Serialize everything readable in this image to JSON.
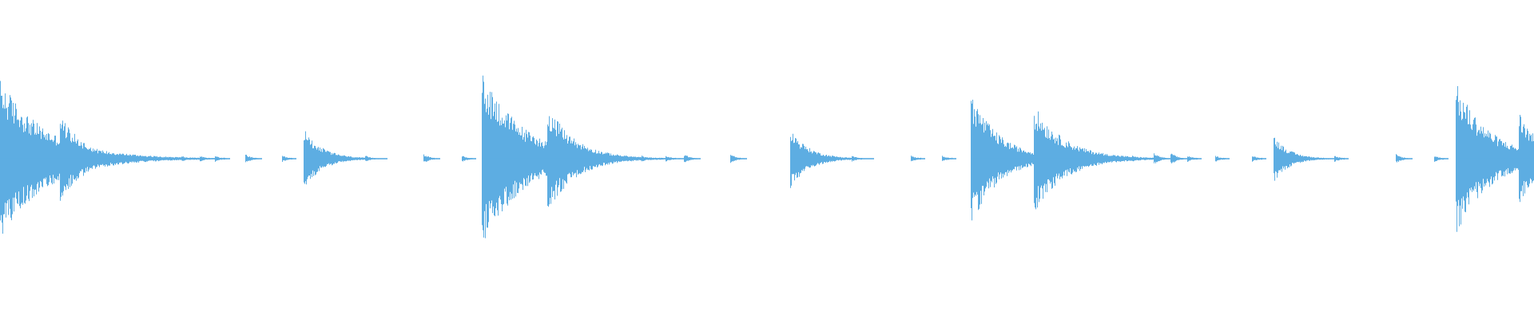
{
  "waveform": {
    "color": "#5dade2",
    "background": "#ffffff",
    "duration_fraction_axis": "time",
    "amplitude_scale": 1.0,
    "onsets": [
      {
        "t": 0.0,
        "amp": 0.5,
        "decay": 0.03,
        "density": 1.0
      },
      {
        "t": 0.039,
        "amp": 0.28,
        "decay": 0.016,
        "density": 1.0
      },
      {
        "t": 0.079,
        "amp": 0.02,
        "decay": 0.004,
        "density": 0.4
      },
      {
        "t": 0.118,
        "amp": 0.02,
        "decay": 0.004,
        "density": 0.4
      },
      {
        "t": 0.13,
        "amp": 0.02,
        "decay": 0.004,
        "density": 0.4
      },
      {
        "t": 0.14,
        "amp": 0.02,
        "decay": 0.004,
        "density": 0.4
      },
      {
        "t": 0.16,
        "amp": 0.03,
        "decay": 0.004,
        "density": 0.4
      },
      {
        "t": 0.184,
        "amp": 0.02,
        "decay": 0.004,
        "density": 0.4
      },
      {
        "t": 0.198,
        "amp": 0.19,
        "decay": 0.012,
        "density": 0.8
      },
      {
        "t": 0.238,
        "amp": 0.02,
        "decay": 0.004,
        "density": 0.4
      },
      {
        "t": 0.276,
        "amp": 0.03,
        "decay": 0.004,
        "density": 0.4
      },
      {
        "t": 0.301,
        "amp": 0.02,
        "decay": 0.004,
        "density": 0.4
      },
      {
        "t": 0.314,
        "amp": 0.56,
        "decay": 0.026,
        "density": 1.0
      },
      {
        "t": 0.357,
        "amp": 0.34,
        "decay": 0.018,
        "density": 1.0
      },
      {
        "t": 0.396,
        "amp": 0.03,
        "decay": 0.004,
        "density": 0.4
      },
      {
        "t": 0.418,
        "amp": 0.02,
        "decay": 0.004,
        "density": 0.4
      },
      {
        "t": 0.434,
        "amp": 0.02,
        "decay": 0.004,
        "density": 0.4
      },
      {
        "t": 0.446,
        "amp": 0.03,
        "decay": 0.004,
        "density": 0.4
      },
      {
        "t": 0.476,
        "amp": 0.03,
        "decay": 0.004,
        "density": 0.4
      },
      {
        "t": 0.515,
        "amp": 0.19,
        "decay": 0.012,
        "density": 0.8
      },
      {
        "t": 0.555,
        "amp": 0.02,
        "decay": 0.004,
        "density": 0.4
      },
      {
        "t": 0.594,
        "amp": 0.02,
        "decay": 0.004,
        "density": 0.4
      },
      {
        "t": 0.614,
        "amp": 0.02,
        "decay": 0.004,
        "density": 0.4
      },
      {
        "t": 0.633,
        "amp": 0.42,
        "decay": 0.018,
        "density": 1.0
      },
      {
        "t": 0.674,
        "amp": 0.34,
        "decay": 0.02,
        "density": 1.0
      },
      {
        "t": 0.713,
        "amp": 0.03,
        "decay": 0.004,
        "density": 0.4
      },
      {
        "t": 0.738,
        "amp": 0.02,
        "decay": 0.004,
        "density": 0.4
      },
      {
        "t": 0.752,
        "amp": 0.04,
        "decay": 0.004,
        "density": 0.4
      },
      {
        "t": 0.763,
        "amp": 0.04,
        "decay": 0.004,
        "density": 0.4
      },
      {
        "t": 0.774,
        "amp": 0.02,
        "decay": 0.004,
        "density": 0.4
      },
      {
        "t": 0.792,
        "amp": 0.02,
        "decay": 0.004,
        "density": 0.4
      },
      {
        "t": 0.816,
        "amp": 0.02,
        "decay": 0.004,
        "density": 0.4
      },
      {
        "t": 0.83,
        "amp": 0.15,
        "decay": 0.01,
        "density": 0.8
      },
      {
        "t": 0.87,
        "amp": 0.02,
        "decay": 0.004,
        "density": 0.4
      },
      {
        "t": 0.91,
        "amp": 0.03,
        "decay": 0.004,
        "density": 0.4
      },
      {
        "t": 0.935,
        "amp": 0.02,
        "decay": 0.004,
        "density": 0.4
      },
      {
        "t": 0.949,
        "amp": 0.48,
        "decay": 0.022,
        "density": 1.0
      },
      {
        "t": 0.99,
        "amp": 0.3,
        "decay": 0.014,
        "density": 1.0
      }
    ]
  }
}
